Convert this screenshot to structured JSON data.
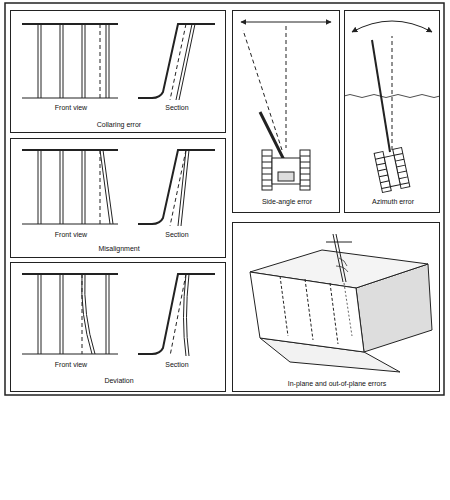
{
  "diagram": {
    "nodes": [
      {
        "text": [
          "Front view",
          "Section",
          "Collaring error"
        ]
      },
      {
        "text": [
          "Front view",
          "Section",
          "Misalignment"
        ]
      },
      {
        "text": [
          "Front view",
          "Section",
          "Deviation"
        ]
      },
      {
        "text": [
          "Side-angle error"
        ]
      },
      {
        "text": [
          "Azimuth error"
        ]
      },
      {
        "text": [
          "In-plane and out-of-plane errors"
        ]
      }
    ]
  }
}
